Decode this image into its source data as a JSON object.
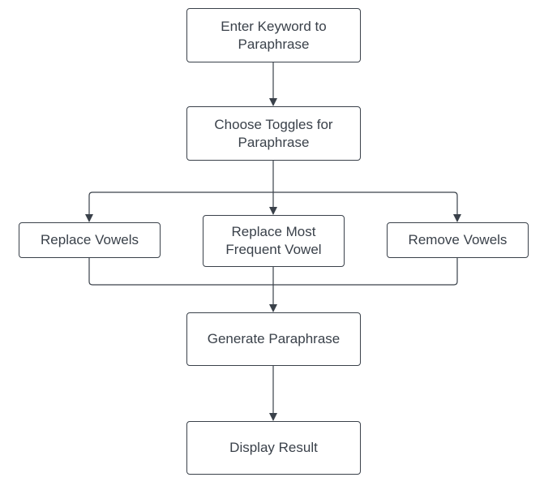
{
  "colors": {
    "stroke": "#3a414a",
    "text": "#3a414a",
    "background": "#ffffff"
  },
  "nodes": {
    "enter_keyword": {
      "lines": [
        "Enter Keyword to",
        "Paraphrase"
      ]
    },
    "choose_toggles": {
      "lines": [
        "Choose Toggles for",
        "Paraphrase"
      ]
    },
    "replace_vowels": {
      "lines": [
        "Replace Vowels"
      ]
    },
    "replace_most_frequent": {
      "lines": [
        "Replace Most",
        "Frequent Vowel"
      ]
    },
    "remove_vowels": {
      "lines": [
        "Remove Vowels"
      ]
    },
    "generate_paraphrase": {
      "lines": [
        "Generate Paraphrase"
      ]
    },
    "display_result": {
      "lines": [
        "Display Result"
      ]
    }
  }
}
